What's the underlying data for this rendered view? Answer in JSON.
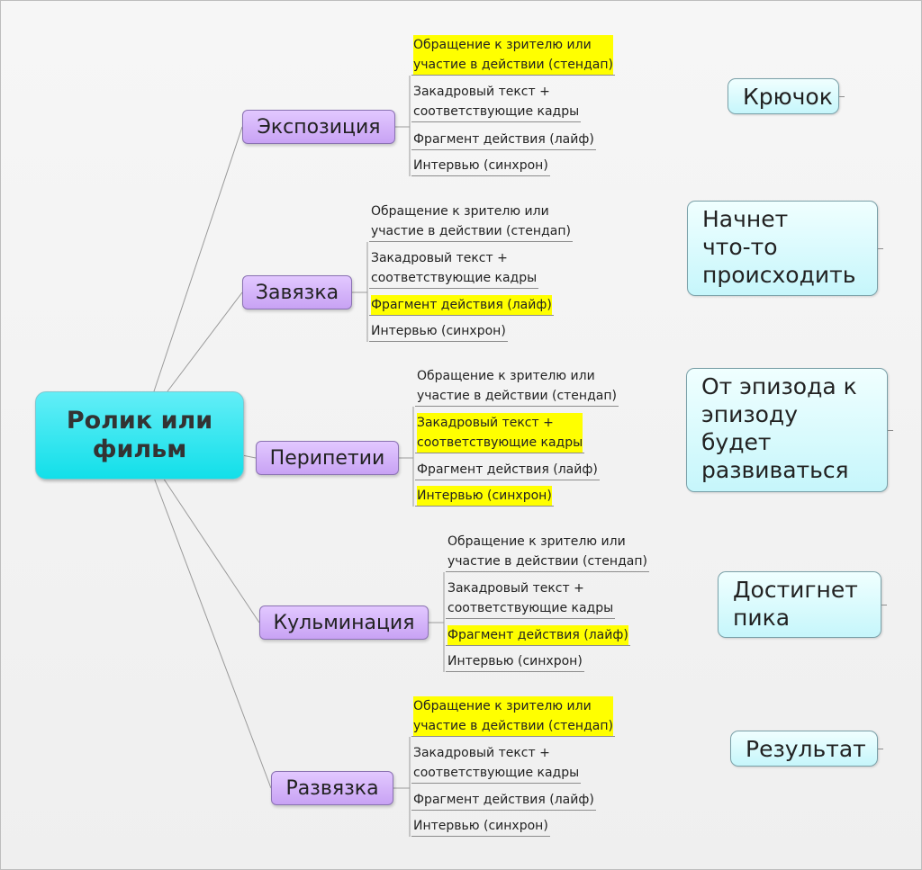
{
  "root": {
    "label": "Ролик или фильм"
  },
  "branches": [
    {
      "label": "Экспозиция",
      "items": [
        {
          "text": "Обращение к зрителю или участие в действии (стендап)",
          "highlighted": true
        },
        {
          "text": "Закадровый текст + соответствующие кадры",
          "highlighted": false
        },
        {
          "text": "Фрагмент действия (лайф)",
          "highlighted": false
        },
        {
          "text": "Интервью (синхрон)",
          "highlighted": false
        }
      ],
      "note": "Крючок"
    },
    {
      "label": "Завязка",
      "items": [
        {
          "text": "Обращение к зрителю или участие в действии (стендап)",
          "highlighted": false
        },
        {
          "text": "Закадровый текст + соответствующие кадры",
          "highlighted": false
        },
        {
          "text": "Фрагмент действия (лайф)",
          "highlighted": true
        },
        {
          "text": "Интервью (синхрон)",
          "highlighted": false
        }
      ],
      "note": "Начнет что-то происходить"
    },
    {
      "label": "Перипетии",
      "items": [
        {
          "text": "Обращение к зрителю или участие в действии (стендап)",
          "highlighted": false
        },
        {
          "text": "Закадровый текст + соответствующие кадры",
          "highlighted": true
        },
        {
          "text": "Фрагмент действия (лайф)",
          "highlighted": false
        },
        {
          "text": "Интервью (синхрон)",
          "highlighted": true
        }
      ],
      "note": "От эпизода к эпизоду будет развиваться"
    },
    {
      "label": "Кульминация",
      "items": [
        {
          "text": "Обращение к зрителю или участие в действии (стендап)",
          "highlighted": false
        },
        {
          "text": "Закадровый текст + соответствующие кадры",
          "highlighted": false
        },
        {
          "text": "Фрагмент действия (лайф)",
          "highlighted": true
        },
        {
          "text": "Интервью (синхрон)",
          "highlighted": false
        }
      ],
      "note": "Достигнет пика"
    },
    {
      "label": "Развязка",
      "items": [
        {
          "text": "Обращение к зрителю или участие в действии (стендап)",
          "highlighted": true
        },
        {
          "text": "Закадровый текст + соответствующие кадры",
          "highlighted": false
        },
        {
          "text": "Фрагмент действия (лайф)",
          "highlighted": false
        },
        {
          "text": "Интервью (синхрон)",
          "highlighted": false
        }
      ],
      "note": "Результат"
    }
  ],
  "colors": {
    "root": "#12dfe9",
    "branch": "#c8a2f4",
    "highlight": "#ffff00",
    "note": "#c6f6fb"
  }
}
